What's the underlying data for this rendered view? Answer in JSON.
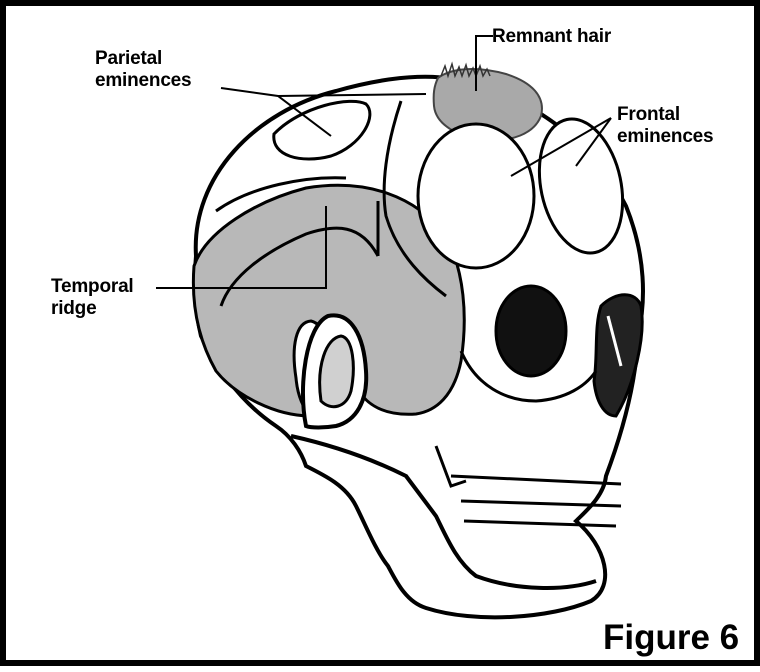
{
  "labels": {
    "remnant_hair": "Remnant hair",
    "parietal_line1": "Parietal",
    "parietal_line2": "eminences",
    "frontal_line1": "Frontal",
    "frontal_line2": "eminences",
    "temporal_line1": "Temporal",
    "temporal_line2": "ridge"
  },
  "figure_caption": "Figure 6",
  "colors": {
    "outline": "#000000",
    "fill": "#ffffff",
    "shaded_region": "#b8b8b8",
    "hair": "#a9a9a9",
    "orbit": "#111111"
  }
}
